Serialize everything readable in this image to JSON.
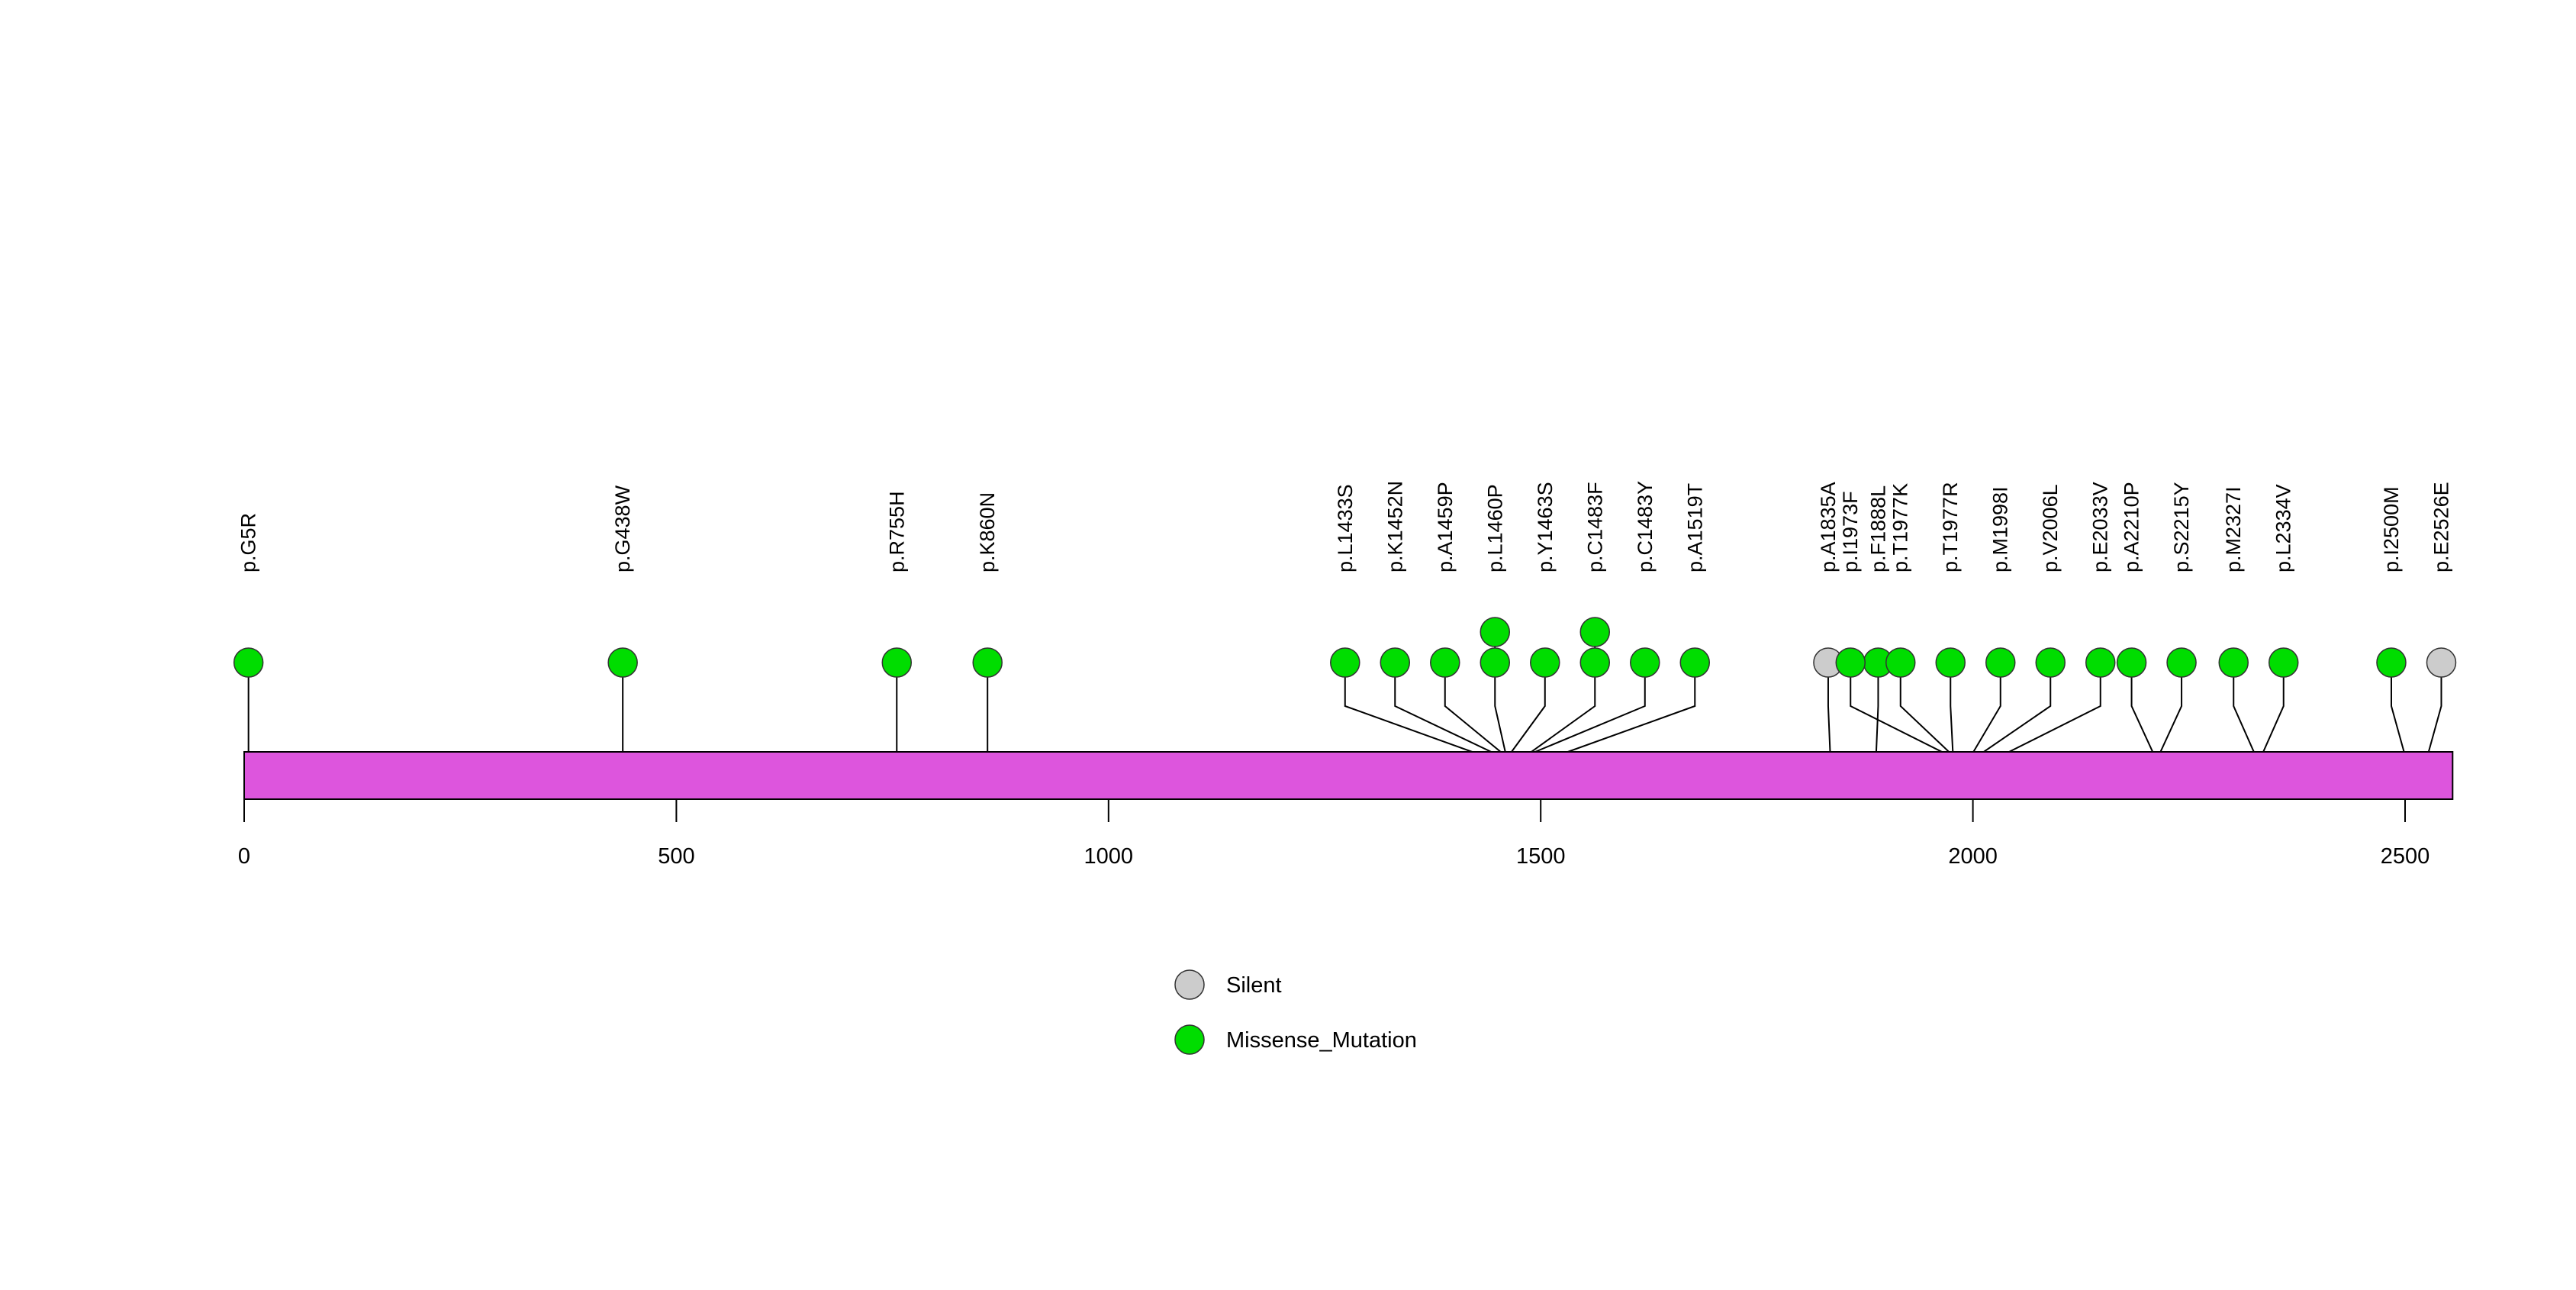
{
  "chart_data": {
    "type": "scatter",
    "plot_kind": "lollipop-mutation-diagram",
    "title": "",
    "xlabel": "",
    "ylabel": "",
    "xlim": [
      0,
      2555
    ],
    "axis_ticks": [
      0,
      500,
      1000,
      1500,
      2000,
      2500
    ],
    "axis_tick_labels": [
      "0",
      "500",
      "1000",
      "1500",
      "2000",
      "2500"
    ],
    "grid": false,
    "protein_bar": {
      "start": 0,
      "end": 2555,
      "color": "#DD55DD",
      "border_color": "#000000"
    },
    "colors": {
      "missense": "#00DD00",
      "silent": "#CCCCCC",
      "stem": "#000000",
      "background": "#FFFFFF"
    },
    "legend": {
      "position": "bottom-center",
      "entries": [
        {
          "label": "Silent",
          "color": "#CCCCCC"
        },
        {
          "label": "Missense_Mutation",
          "color": "#00DD00"
        }
      ]
    },
    "mutations": [
      {
        "label": "p.G5R",
        "position": 5,
        "count": 1,
        "type": "Missense_Mutation"
      },
      {
        "label": "p.G438W",
        "position": 438,
        "count": 1,
        "type": "Missense_Mutation"
      },
      {
        "label": "p.R755H",
        "position": 755,
        "count": 1,
        "type": "Missense_Mutation"
      },
      {
        "label": "p.K860N",
        "position": 860,
        "count": 1,
        "type": "Missense_Mutation"
      },
      {
        "label": "p.L1433S",
        "position": 1433,
        "count": 1,
        "type": "Missense_Mutation"
      },
      {
        "label": "p.K1452N",
        "position": 1452,
        "count": 1,
        "type": "Missense_Mutation"
      },
      {
        "label": "p.A1459P",
        "position": 1459,
        "count": 1,
        "type": "Missense_Mutation"
      },
      {
        "label": "p.L1460P",
        "position": 1460,
        "count": 2,
        "type": "Missense_Mutation"
      },
      {
        "label": "p.Y1463S",
        "position": 1463,
        "count": 1,
        "type": "Missense_Mutation"
      },
      {
        "label": "p.C1483F",
        "position": 1483,
        "count": 2,
        "type": "Missense_Mutation"
      },
      {
        "label": "p.C1483Y",
        "position": 1483,
        "count": 1,
        "type": "Missense_Mutation"
      },
      {
        "label": "p.A1519T",
        "position": 1519,
        "count": 1,
        "type": "Missense_Mutation"
      },
      {
        "label": "p.A1835A",
        "position": 1835,
        "count": 1,
        "type": "Silent"
      },
      {
        "label": "p.F1888L",
        "position": 1888,
        "count": 1,
        "type": "Missense_Mutation"
      },
      {
        "label": "p.I1973F",
        "position": 1973,
        "count": 1,
        "type": "Missense_Mutation"
      },
      {
        "label": "p.T1977K",
        "position": 1977,
        "count": 1,
        "type": "Missense_Mutation"
      },
      {
        "label": "p.T1977R",
        "position": 1977,
        "count": 1,
        "type": "Missense_Mutation"
      },
      {
        "label": "p.M1998I",
        "position": 1998,
        "count": 1,
        "type": "Missense_Mutation"
      },
      {
        "label": "p.V2006L",
        "position": 2006,
        "count": 1,
        "type": "Missense_Mutation"
      },
      {
        "label": "p.E2033V",
        "position": 2033,
        "count": 1,
        "type": "Missense_Mutation"
      },
      {
        "label": "p.A2210P",
        "position": 2210,
        "count": 1,
        "type": "Missense_Mutation"
      },
      {
        "label": "p.S2215Y",
        "position": 2215,
        "count": 1,
        "type": "Missense_Mutation"
      },
      {
        "label": "p.M2327I",
        "position": 2327,
        "count": 1,
        "type": "Missense_Mutation"
      },
      {
        "label": "p.L2334V",
        "position": 2334,
        "count": 1,
        "type": "Missense_Mutation"
      },
      {
        "label": "p.I2500M",
        "position": 2500,
        "count": 1,
        "type": "Missense_Mutation"
      },
      {
        "label": "p.E2526E",
        "position": 2526,
        "count": 1,
        "type": "Silent"
      }
    ]
  }
}
